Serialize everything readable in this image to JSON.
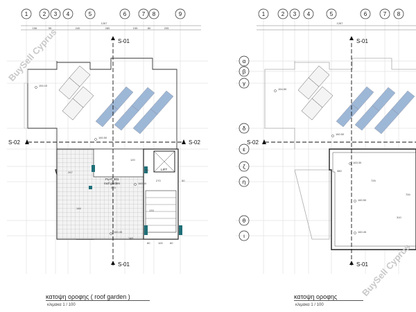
{
  "left_plan": {
    "caption_title": "κατοψη οροφης ( roof garden )",
    "caption_scale": "κλιμακα 1 / 100",
    "column_labels": [
      "1",
      "2",
      "3",
      "4",
      "5",
      "6",
      "7",
      "8",
      "9"
    ],
    "total_dim": "1267",
    "segment_dims": [
      "156",
      "95",
      "240",
      "280",
      "155",
      "80",
      "205"
    ],
    "section_labels": {
      "top": "S-01",
      "bottom": "S-01",
      "left": "S-02",
      "right": "S-02"
    },
    "levels": [
      "154.10",
      "160.50",
      "160.50",
      "160.45"
    ],
    "room_label": "FLAT 301",
    "room_sub": "roof garden",
    "lift_label": "LIFT",
    "dims": [
      "267",
      "315",
      "90",
      "270",
      "50",
      "133",
      "148",
      "80",
      "100",
      "80",
      "146",
      "120"
    ]
  },
  "right_plan": {
    "caption_title": "κατοψη οροφης",
    "caption_scale": "κλιμακα 1 / 100",
    "column_labels": [
      "1",
      "2",
      "3",
      "4",
      "5",
      "6",
      "7",
      "8"
    ],
    "total_dim": "1267",
    "row_labels": [
      "α",
      "β",
      "γ",
      "δ",
      "ε",
      "ζ",
      "η",
      "θ",
      "ι"
    ],
    "section_labels": {
      "top": "S-01",
      "bottom": "S-01",
      "left": "S-02"
    },
    "levels": [
      "154.50",
      "160.50",
      "163.30",
      "160.50",
      "160.45"
    ],
    "dims": [
      "725",
      "700",
      "310",
      "380"
    ]
  },
  "watermark": "BuySell Cyprus"
}
